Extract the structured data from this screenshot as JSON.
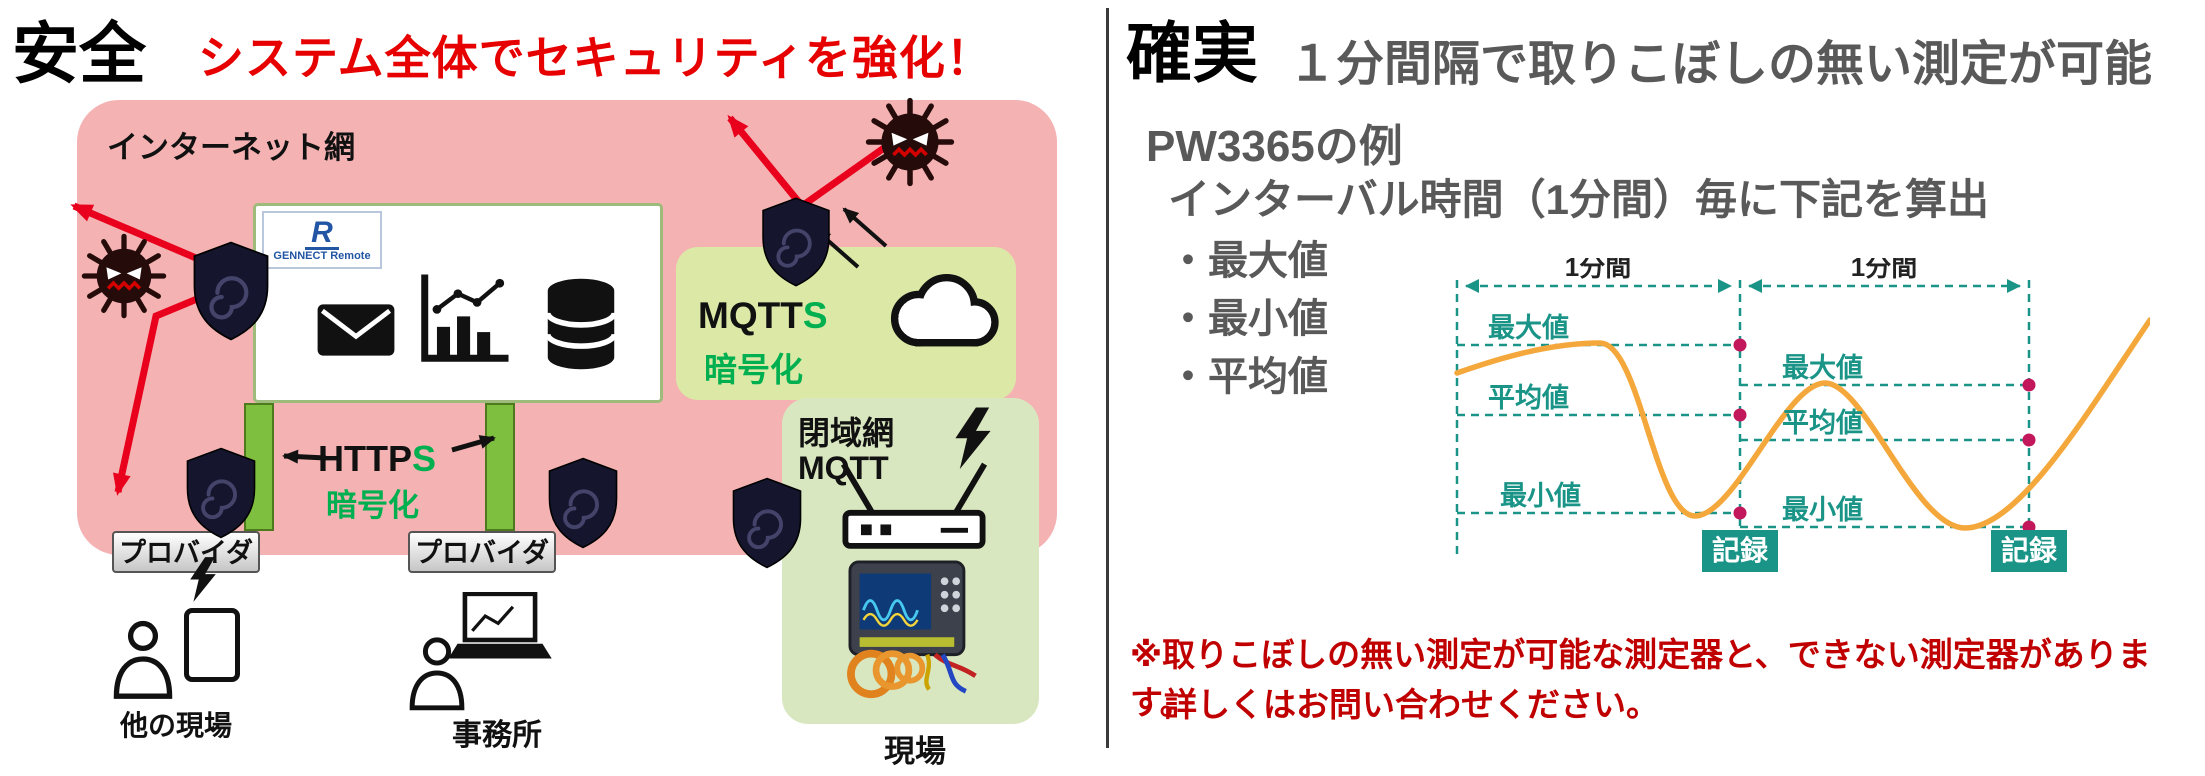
{
  "left": {
    "title": "安全",
    "subtitle": "システム全体でセキュリティを強化！",
    "internet_label": "インターネット網",
    "logo": {
      "mark": "R",
      "brand": "GENNECT Remote"
    },
    "mqtts": {
      "base": "MQTT",
      "tls_s": "S",
      "encryption": "暗号化"
    },
    "https": {
      "base": "HTTP",
      "tls_s": "S",
      "encryption": "暗号化"
    },
    "provider_left": "プロバイダ",
    "provider_right": "プロバイダ",
    "closed_network": {
      "line1": "閉域網",
      "line2": "MQTT"
    },
    "label_other_site": "他の現場",
    "label_office": "事務所",
    "label_site": "現場"
  },
  "right": {
    "title": "確実",
    "subtitle": "１分間隔で取りこぼしの無い測定が可能",
    "example_heading": "PW3365の例",
    "interval_heading": "インターバル時間（1分間）毎に下記を算出",
    "bullets": [
      "・最大値",
      "・最小値",
      "・平均値"
    ],
    "chart": {
      "interval_label": "1分間",
      "max_label": "最大値",
      "avg_label": "平均値",
      "min_label": "最小値",
      "record_label": "記録"
    },
    "note_line1": "※取りこぼしの無い測定が可能な測定器と、できない測定器があります。",
    "note_line2": "詳しくはお問い合わせください。"
  },
  "colors": {
    "accent_red": "#E60000",
    "note_red": "#C00000",
    "teal": "#1A9487",
    "curve_orange": "#F4A83C",
    "encryption_green": "#00B050",
    "internet_pink": "#F4B2B2",
    "lan_green_box": "#D9E7C0",
    "gray_text": "#595959",
    "dot_magenta": "#C2185B"
  }
}
